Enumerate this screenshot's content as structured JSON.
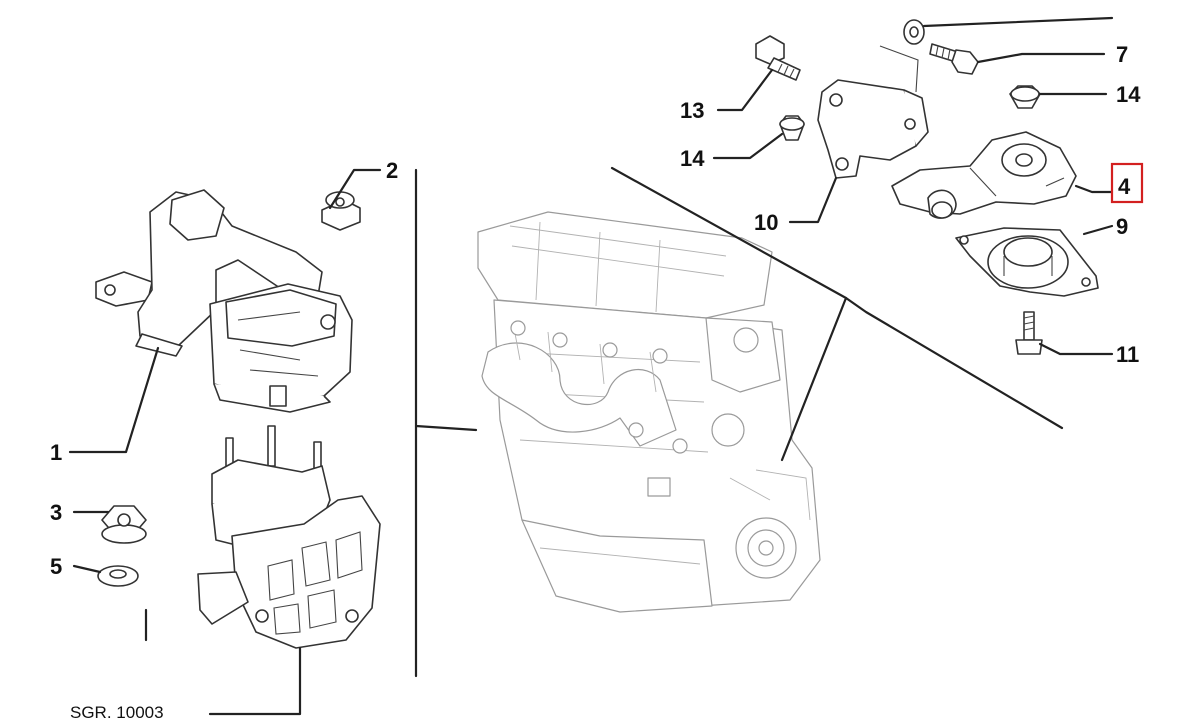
{
  "callouts": {
    "c1": "1",
    "c2": "2",
    "c3": "3",
    "c4": "4",
    "c5": "5",
    "c7": "7",
    "c9": "9",
    "c10": "10",
    "c11": "11",
    "c13": "13",
    "c14a": "14",
    "c14b": "14"
  },
  "highlighted_part": "4",
  "highlight_color": "#d32020",
  "reference": "SGR. 10003"
}
